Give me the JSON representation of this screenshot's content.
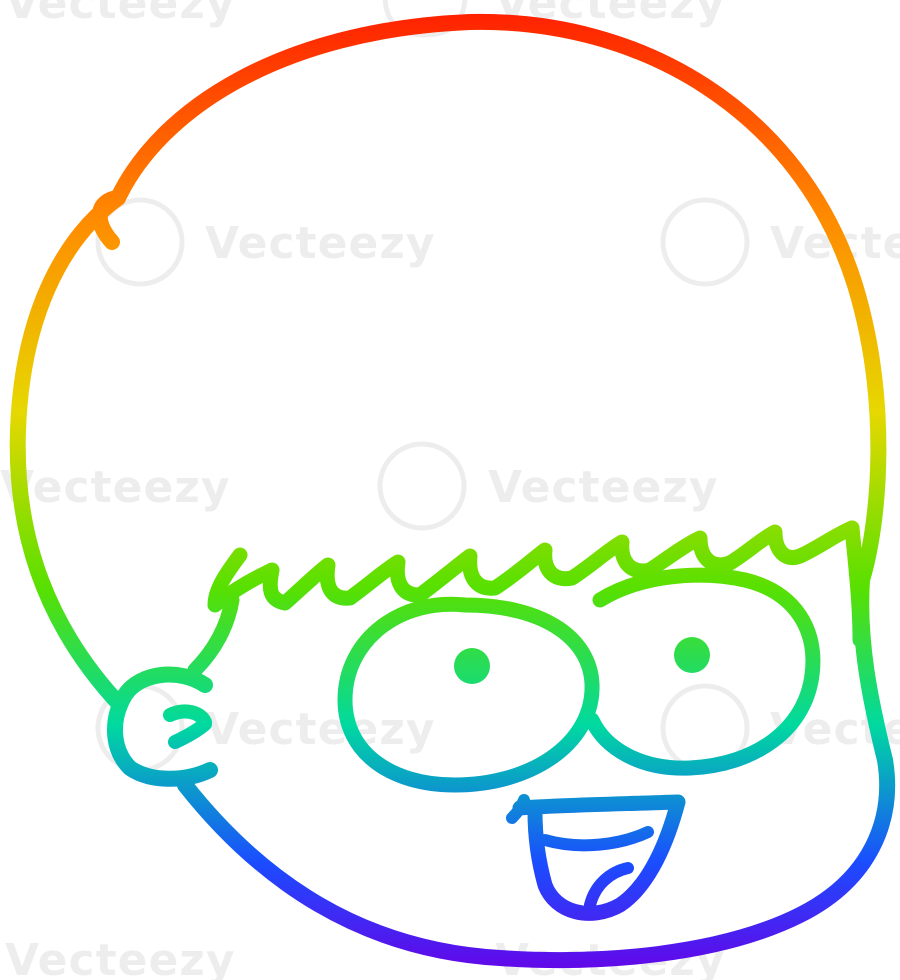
{
  "image": {
    "subject": "cartoon boy face",
    "style": "rainbow gradient line art"
  },
  "watermark": {
    "text": "Vecteezy",
    "logo_icon": "vecteezy-v-logo-icon",
    "color": "#000000"
  },
  "gradient": {
    "top": "#ff1a00",
    "orange": "#ff8a00",
    "yellow": "#e6d800",
    "green": "#58e000",
    "teal": "#00d9a0",
    "blue": "#1a4dff",
    "violet": "#6a00e6"
  }
}
